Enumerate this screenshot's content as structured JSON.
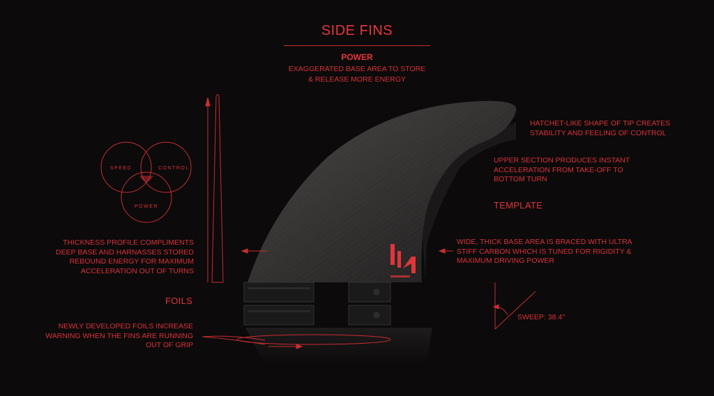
{
  "header": {
    "title": "SIDE FINS",
    "power_title": "POWER",
    "power_desc": "EXAGGERATED BASE AREA TO STORE & RELEASE MORE ENERGY"
  },
  "venn": {
    "speed": "SPEED",
    "control": "CONTROL",
    "power": "POWER"
  },
  "left": {
    "thickness": "THICKNESS PROFILE COMPLIMENTS DEEP BASE AND HARNASSES STORED REBOUND ENERGY FOR MAXIMUM ACCELERATION OUT OF TURNS",
    "foils_title": "FOILS",
    "foils_desc": "NEWLY DEVELOPED FOILS INCREASE WARNING WHEN THE FINS ARE RUNNING OUT OF GRIP"
  },
  "right": {
    "hatchet": "HATCHET-LIKE SHAPE OF TIP CREATES STABILITY AND FEELING OF CONTROL",
    "upper": "UPPER SECTION PRODUCES INSTANT ACCELERATION FROM TAKE-OFF TO BOTTOM TURN",
    "template_title": "TEMPLATE",
    "base": "WIDE, THICK BASE AREA IS BRACED WITH ULTRA STIFF CARBON WHICH IS TUNED FOR RIGIDITY & MAXIMUM DRIVING POWER",
    "sweep": "SWEEP: 38.4°"
  },
  "colors": {
    "background": "#0c0a0b",
    "accent": "#e0353a",
    "fin": "#3a3737"
  }
}
